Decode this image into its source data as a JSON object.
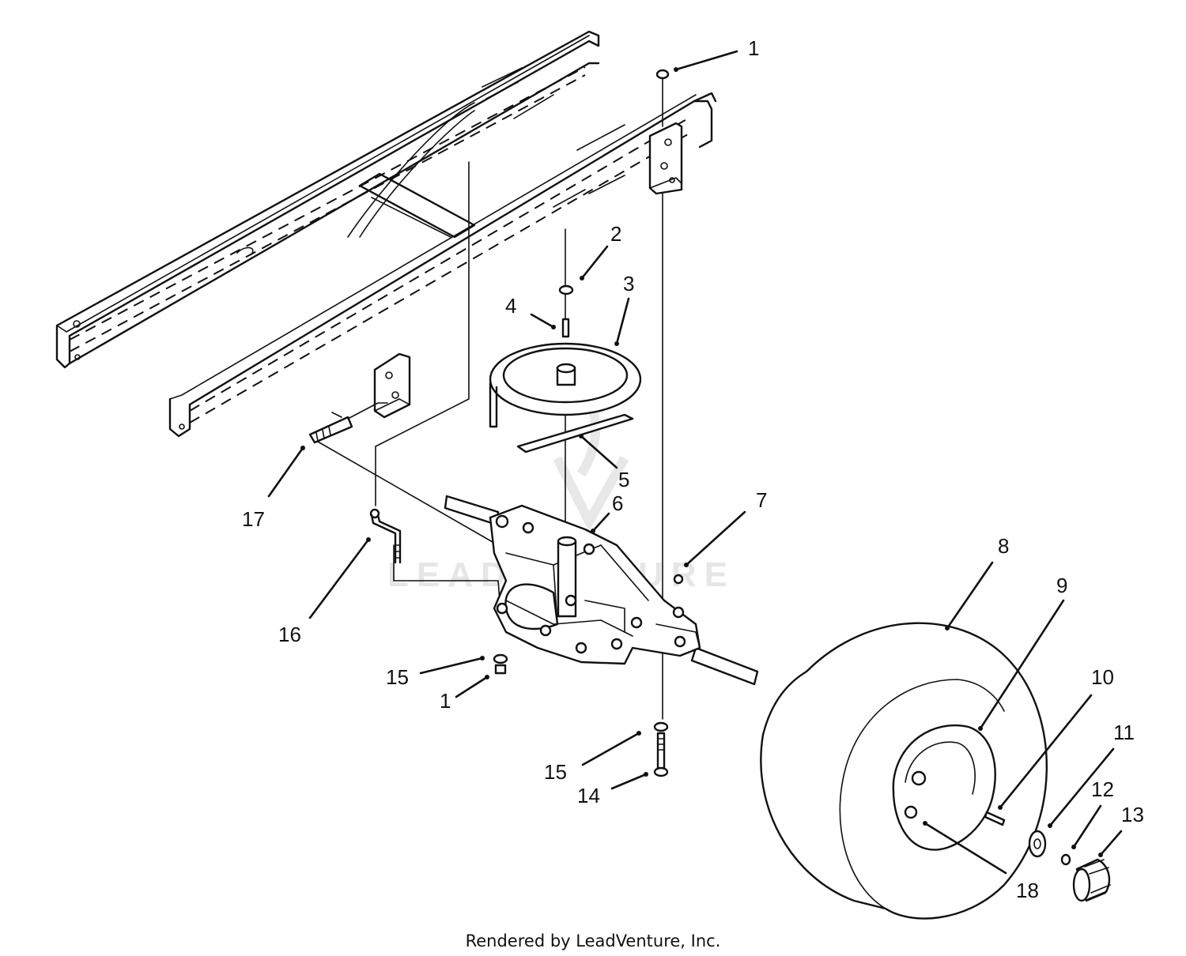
{
  "callouts": [
    {
      "id": "c1a",
      "label": "1"
    },
    {
      "id": "c2",
      "label": "2"
    },
    {
      "id": "c3",
      "label": "3"
    },
    {
      "id": "c4",
      "label": "4"
    },
    {
      "id": "c5",
      "label": "5"
    },
    {
      "id": "c6",
      "label": "6"
    },
    {
      "id": "c7",
      "label": "7"
    },
    {
      "id": "c8",
      "label": "8"
    },
    {
      "id": "c9",
      "label": "9"
    },
    {
      "id": "c10",
      "label": "10"
    },
    {
      "id": "c11",
      "label": "11"
    },
    {
      "id": "c12",
      "label": "12"
    },
    {
      "id": "c13",
      "label": "13"
    },
    {
      "id": "c14",
      "label": "14"
    },
    {
      "id": "c15a",
      "label": "15"
    },
    {
      "id": "c15b",
      "label": "15"
    },
    {
      "id": "c1b",
      "label": "1"
    },
    {
      "id": "c16",
      "label": "16"
    },
    {
      "id": "c17",
      "label": "17"
    },
    {
      "id": "c18",
      "label": "18"
    }
  ],
  "footer": "Rendered by LeadVenture, Inc.",
  "watermark": "LEADVENTURE"
}
